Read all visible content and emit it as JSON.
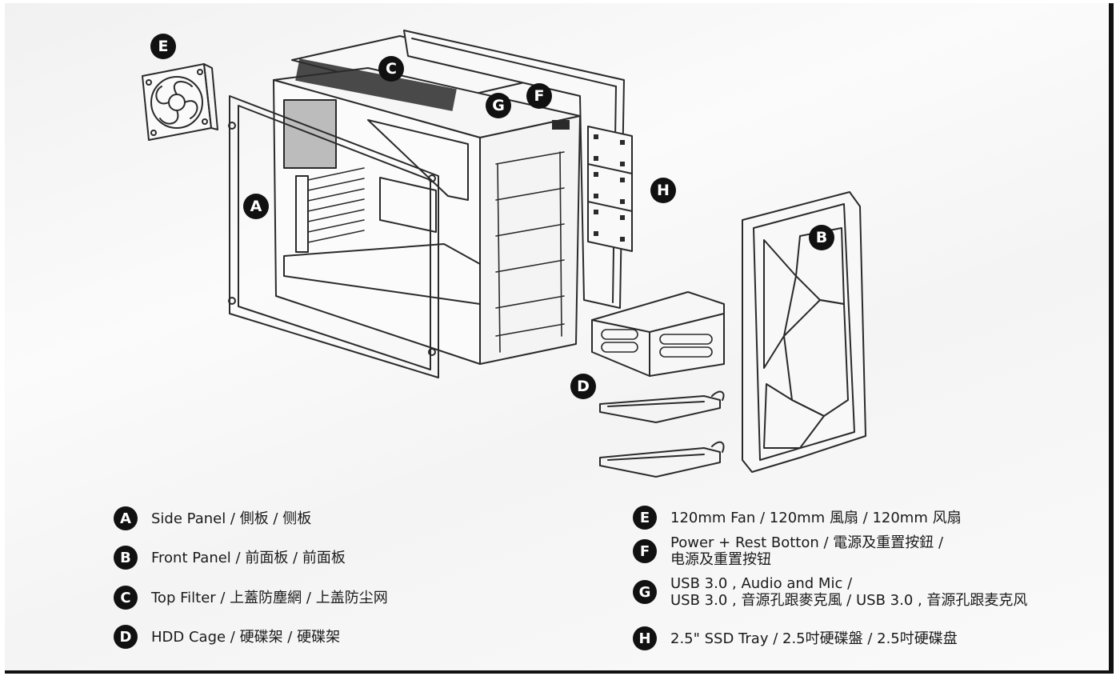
{
  "callouts": {
    "A": "A",
    "B": "B",
    "C": "C",
    "D": "D",
    "E": "E",
    "F": "F",
    "G": "G",
    "H": "H"
  },
  "legend": {
    "A": {
      "badge": "A",
      "lines": [
        "Side Panel / 側板 / 侧板"
      ]
    },
    "B": {
      "badge": "B",
      "lines": [
        "Front Panel / 前面板 / 前面板"
      ]
    },
    "C": {
      "badge": "C",
      "lines": [
        "Top Filter / 上蓋防塵網 / 上盖防尘网"
      ]
    },
    "D": {
      "badge": "D",
      "lines": [
        "HDD Cage / 硬碟架 / 硬碟架"
      ]
    },
    "E": {
      "badge": "E",
      "lines": [
        "120mm Fan / 120mm 風扇 / 120mm 风扇"
      ]
    },
    "F": {
      "badge": "F",
      "lines": [
        "Power + Rest Botton / 電源及重置按鈕 /",
        "电源及重置按钮"
      ]
    },
    "G": {
      "badge": "G",
      "lines": [
        "USB 3.0 , Audio and Mic /",
        "USB 3.0 , 音源孔跟麥克風 / USB 3.0 , 音源孔跟麦克风"
      ]
    },
    "H": {
      "badge": "H",
      "lines": [
        "2.5\" SSD Tray / 2.5吋硬碟盤 / 2.5吋硬碟盘"
      ]
    }
  },
  "colors": {
    "ink": "#111111",
    "line": "#2a2a2a",
    "paper": "#f7f7f7"
  }
}
